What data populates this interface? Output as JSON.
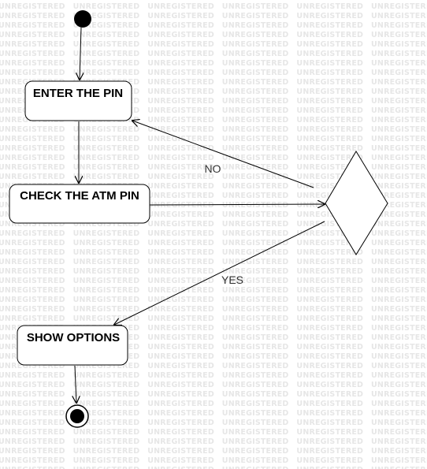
{
  "watermark": {
    "text": "UNREGISTERED"
  },
  "nodes": {
    "enter_pin": "ENTER THE PIN",
    "check_pin": "CHECK THE ATM PIN",
    "show_options": "SHOW OPTIONS"
  },
  "edges": {
    "no": "NO",
    "yes": "YES"
  },
  "colors": {
    "stroke": "#000000",
    "fill": "#ffffff",
    "watermark": "#e6e6e6"
  }
}
